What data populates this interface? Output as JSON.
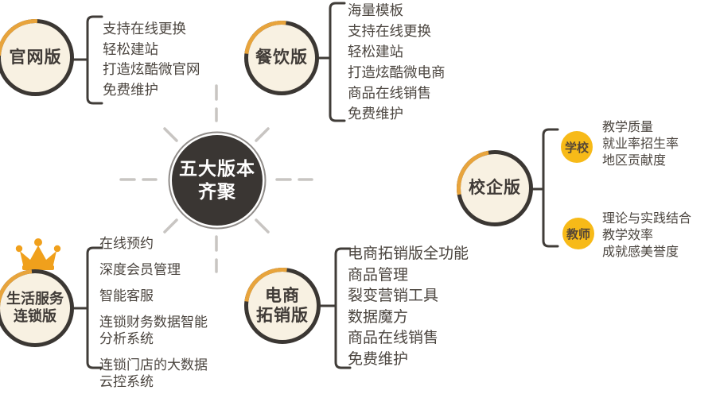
{
  "title": "五大版本齐聚",
  "center": {
    "line1": "五大版本",
    "line2": "齐聚"
  },
  "branches": {
    "official": {
      "label": "官网版",
      "items": [
        "支持在线更换",
        "轻松建站",
        "打造炫酷微官网",
        "免费维护"
      ]
    },
    "restaurant": {
      "label": "餐饮版",
      "items": [
        "海量模板",
        "支持在线更换",
        "轻松建站",
        "打造炫酷微电商",
        "商品在线销售",
        "免费维护"
      ]
    },
    "school_enterprise": {
      "label": "校企版",
      "groups": [
        {
          "label": "学校",
          "items": [
            "教学质量",
            "就业率招生率",
            "地区贡献度"
          ]
        },
        {
          "label": "教师",
          "items": [
            "理论与实践结合",
            "教学效率",
            "成就感美誉度"
          ]
        }
      ]
    },
    "life_service": {
      "label_line1": "生活服务",
      "label_line2": "连锁版",
      "has_crown": true,
      "items": [
        "在线预约",
        "深度会员管理",
        "智能客服",
        "连锁财务数据智能分析系统",
        "连锁门店的大数据云控系统"
      ]
    },
    "ecommerce": {
      "label_line1": "电商",
      "label_line2": "拓销版",
      "items": [
        "电商拓销版全功能",
        "商品管理",
        "裂变营销工具",
        "数据魔方",
        "商品在线销售",
        "免费维护"
      ]
    }
  },
  "icons": {
    "crown": "crown-icon"
  },
  "colors": {
    "circle_fill": "#F8F1E2",
    "circle_border": "#3B3733",
    "accent_gold": "#E8A43C",
    "crown_orange": "#F0A01C",
    "yellow_badge": "#F7BA18",
    "center_fill": "#3A3633",
    "item_text": "#4B453F",
    "ray_gray": "#C8C5C2"
  }
}
